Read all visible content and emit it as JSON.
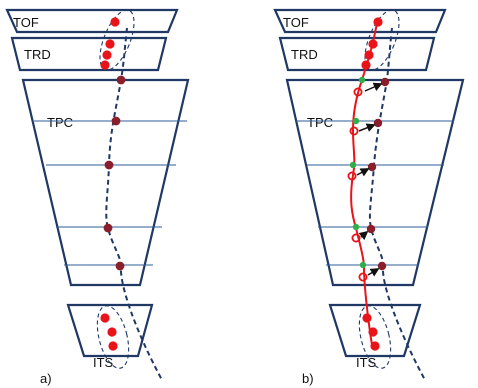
{
  "colors": {
    "detector": "#1f3864",
    "pad_row": "#2e5d9a",
    "track": "#1f3864",
    "hit": "#e8141a",
    "refit_track": "#e8141a",
    "green_point": "#2fae4a",
    "cluster": "#8a1e2b",
    "arrow": "#111111"
  },
  "icons": {
    "cluster_marker": "dot-icon",
    "assignment_marker": "arrow-icon"
  },
  "panels": [
    {
      "label": "a)",
      "detectors": {
        "tof": "TOF",
        "trd": "TRD",
        "tpc": "TPC",
        "its": "ITS"
      }
    },
    {
      "label": "b)",
      "detectors": {
        "tof": "TOF",
        "trd": "TRD",
        "tpc": "TPC",
        "its": "ITS"
      }
    }
  ]
}
